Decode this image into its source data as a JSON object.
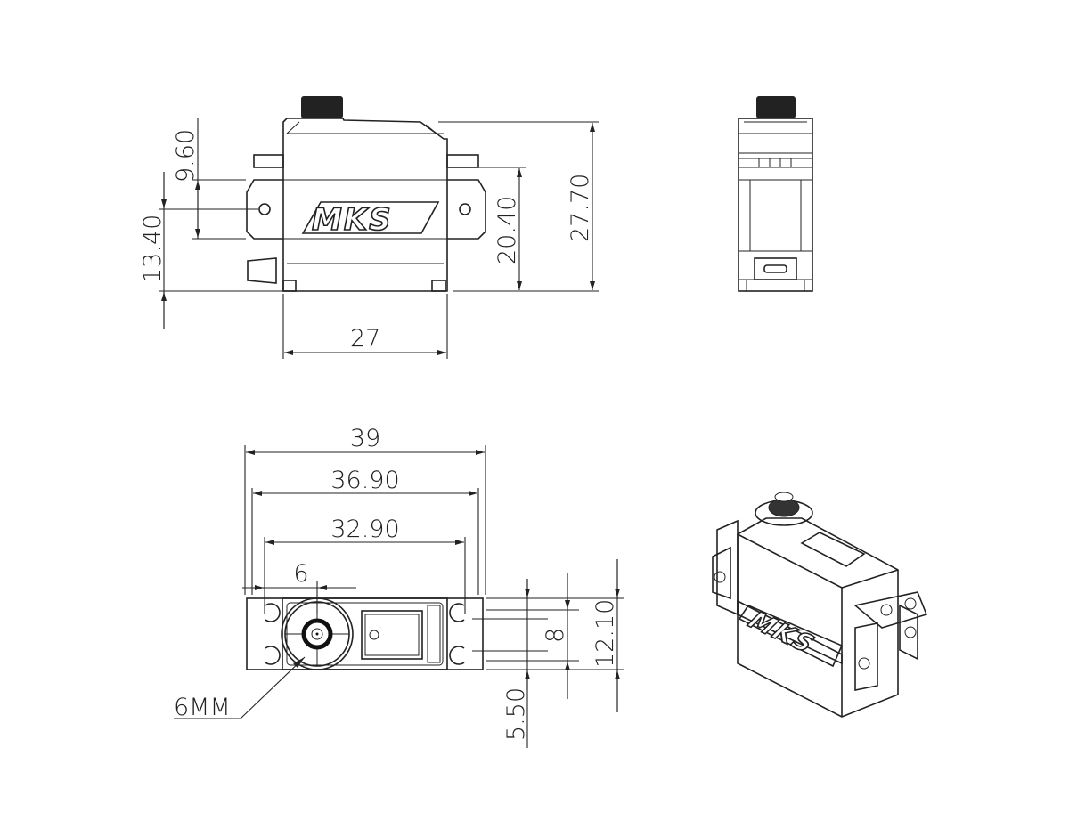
{
  "brand": {
    "logo_text": "MKS"
  },
  "front_view": {
    "dims": {
      "mount_height": "9.60",
      "hole_to_base": "13.40",
      "ear_to_base": "20.40",
      "total_height": "27.70",
      "width": "27"
    }
  },
  "bottom_view": {
    "dims": {
      "overall_length": "39",
      "outer_hole_span": "36.90",
      "hole_span": "32.90",
      "shaft_offset": "6",
      "hole_spacing": "8",
      "depth": "12.10",
      "hole_offset": "5.50"
    },
    "shaft_label": "6MM"
  }
}
